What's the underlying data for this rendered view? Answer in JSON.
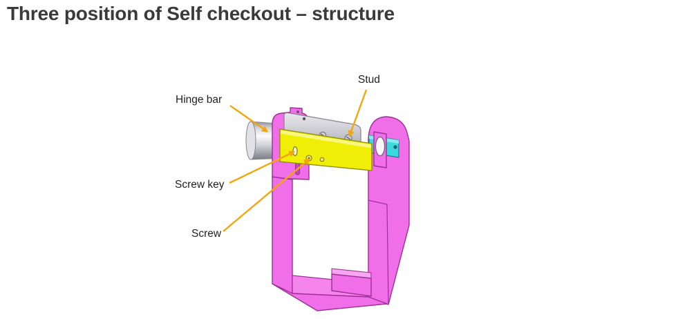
{
  "title": "Three position of Self checkout – structure",
  "labels": {
    "hinge_bar": "Hinge bar",
    "stud": "Stud",
    "screw_key": "Screw key",
    "screw": "Screw"
  },
  "colors": {
    "frame": "#f06ee8",
    "frame_mid": "#f584ec",
    "frame_light": "#f9a6f0",
    "frame_edge": "#9c2f96",
    "yellow": "#f0ee06",
    "yellow_light": "#f9f87e",
    "yellow_edge": "#8f8c00",
    "cyan": "#3bd9de",
    "cyan_light": "#8ae9ec",
    "cyan_edge": "#117e86",
    "metal": "#d6d6da",
    "metal_edge": "#7c7c84",
    "leader": "#f2a50c",
    "title": "#3a3a3a",
    "label": "#1f1f1f"
  }
}
